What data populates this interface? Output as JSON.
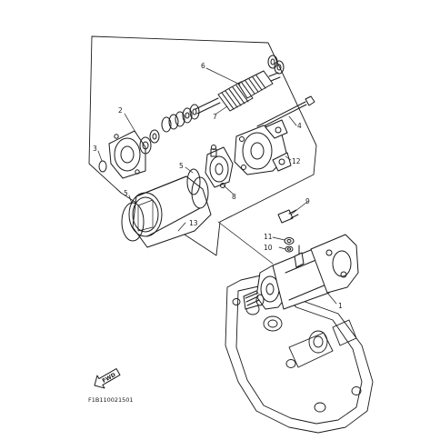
{
  "callouts": {
    "c1": "1",
    "c2": "2",
    "c3": "3",
    "c4": "4",
    "c5a": "5",
    "c5b": "5",
    "c6": "6",
    "c7": "7",
    "c8": "8",
    "c9": "9",
    "c10": "10",
    "c11": "11",
    "c12": "12",
    "c13": "13"
  },
  "direction_arrow": {
    "label": "FWD"
  },
  "diagram_code": "F1B110021501"
}
